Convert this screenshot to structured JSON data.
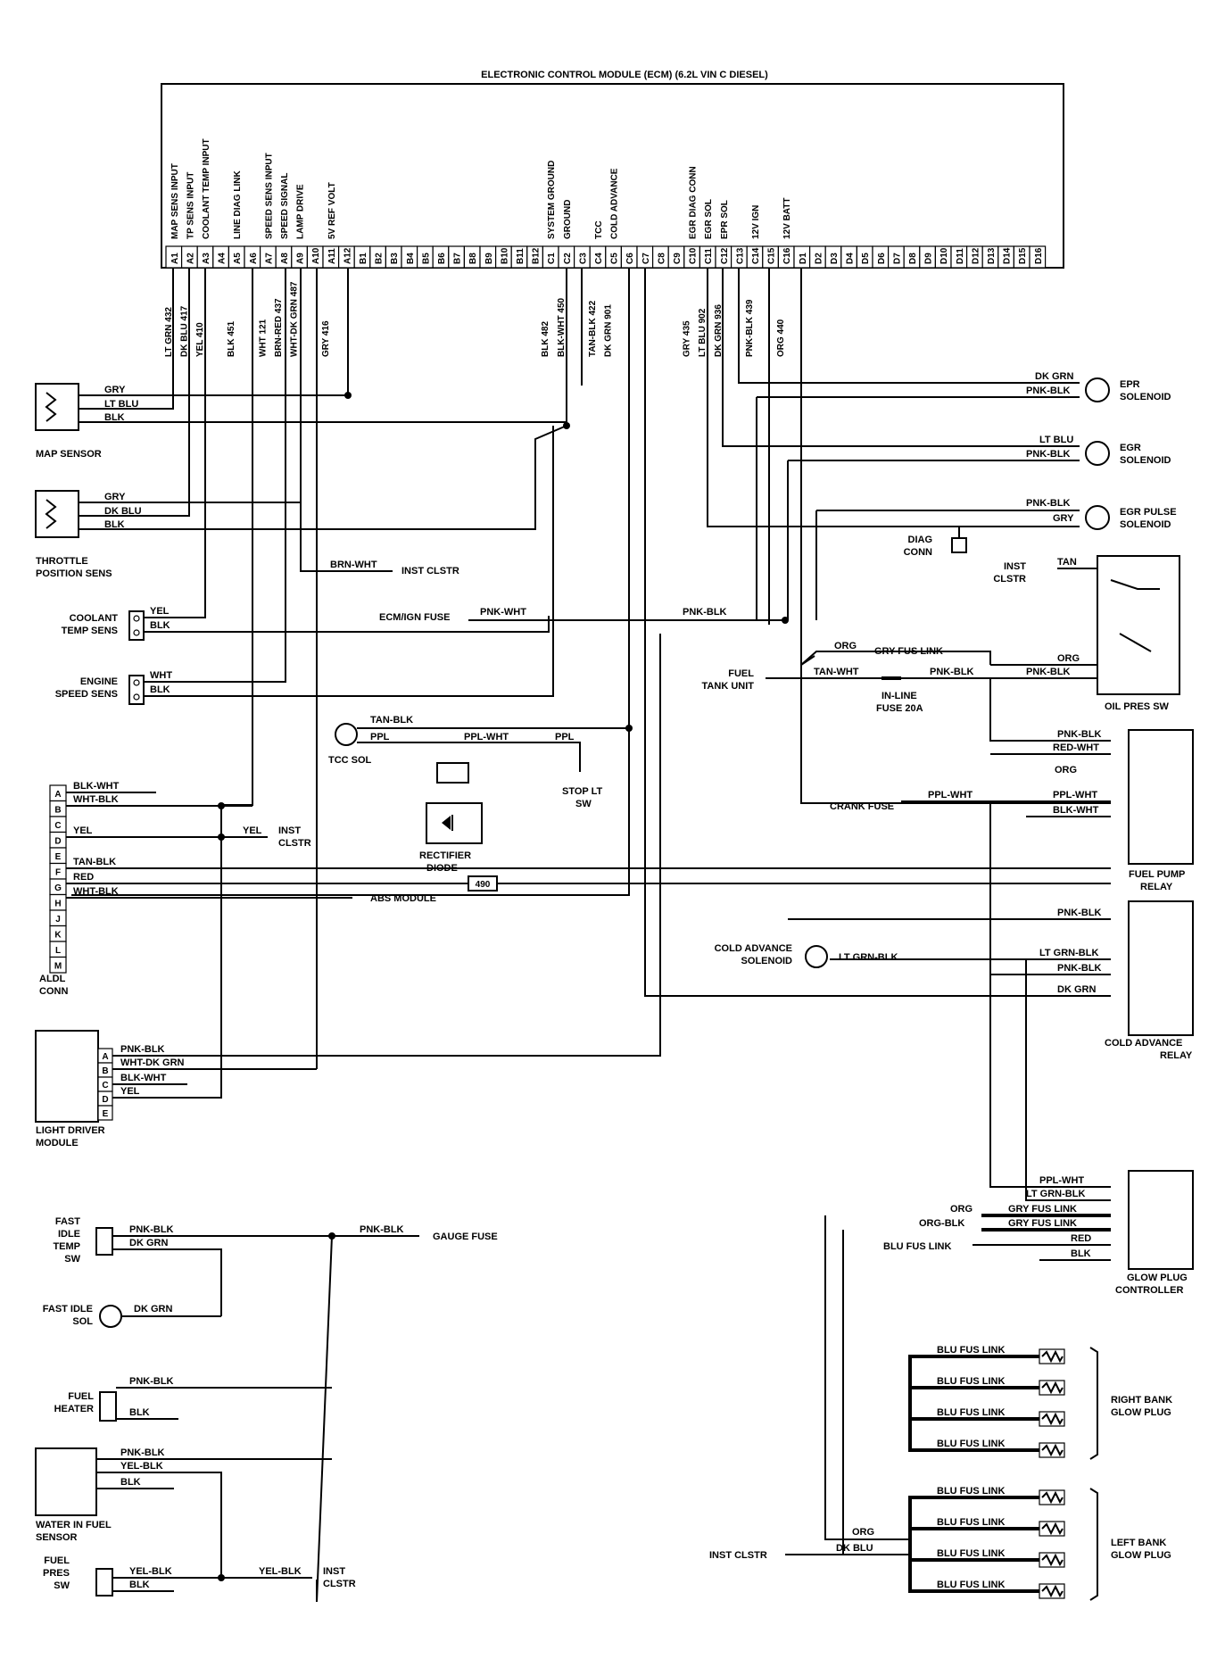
{
  "ecm": {
    "title": "ELECTRONIC CONTROL MODULE (ECM) (6.2L VIN C DIESEL)",
    "pins": [
      "A1",
      "A2",
      "A3",
      "A4",
      "A5",
      "A6",
      "A7",
      "A8",
      "A9",
      "A10",
      "A11",
      "A12",
      "B1",
      "B2",
      "B3",
      "B4",
      "B5",
      "B6",
      "B7",
      "B8",
      "B9",
      "B10",
      "B11",
      "B12",
      "C1",
      "C2",
      "C3",
      "C4",
      "C5",
      "C6",
      "C7",
      "C8",
      "C9",
      "C10",
      "C11",
      "C12",
      "C13",
      "C14",
      "C15",
      "C16",
      "D1",
      "D2",
      "D3",
      "D4",
      "D5",
      "D6",
      "D7",
      "D8",
      "D9",
      "D10",
      "D11",
      "D12",
      "D13",
      "D14",
      "D15",
      "D16"
    ],
    "functions": [
      {
        "pin": "A1",
        "text": "MAP SENS INPUT"
      },
      {
        "pin": "A2",
        "text": "TP SENS INPUT"
      },
      {
        "pin": "A3",
        "text": "COOLANT TEMP INPUT"
      },
      {
        "pin": "A5",
        "text": "LINE DIAG LINK"
      },
      {
        "pin": "A7",
        "text": "SPEED SENS INPUT"
      },
      {
        "pin": "A8",
        "text": "SPEED SIGNAL"
      },
      {
        "pin": "A9",
        "text": "LAMP DRIVE"
      },
      {
        "pin": "A11",
        "text": "5V REF VOLT"
      },
      {
        "pin": "C1",
        "text": "SYSTEM GROUND"
      },
      {
        "pin": "C2",
        "text": "GROUND"
      },
      {
        "pin": "C4",
        "text": "TCC"
      },
      {
        "pin": "C5",
        "text": "COLD ADVANCE"
      },
      {
        "pin": "C10",
        "text": "EGR DIAG CONN"
      },
      {
        "pin": "C11",
        "text": "EGR SOL"
      },
      {
        "pin": "C12",
        "text": "EPR SOL"
      },
      {
        "pin": "C14",
        "text": "12V IGN"
      },
      {
        "pin": "C16",
        "text": "12V BATT"
      }
    ],
    "wires": [
      {
        "pin": "A1",
        "text": "LT GRN 432"
      },
      {
        "pin": "A2",
        "text": "DK BLU 417"
      },
      {
        "pin": "A3",
        "text": "YEL 410"
      },
      {
        "pin": "A5",
        "text": "BLK 451"
      },
      {
        "pin": "A7",
        "text": "WHT 121"
      },
      {
        "pin": "A8",
        "text": "BRN-RED 437"
      },
      {
        "pin": "A9",
        "text": "WHT-DK GRN 487"
      },
      {
        "pin": "A11",
        "text": "GRY 416"
      },
      {
        "pin": "C1",
        "text": "BLK 482"
      },
      {
        "pin": "C2",
        "text": "BLK-WHT 450"
      },
      {
        "pin": "C4",
        "text": "TAN-BLK 422"
      },
      {
        "pin": "C5",
        "text": "DK GRN 901"
      },
      {
        "pin": "C10",
        "text": "GRY 435"
      },
      {
        "pin": "C11",
        "text": "LT BLU 902"
      },
      {
        "pin": "C12",
        "text": "DK GRN 936"
      },
      {
        "pin": "C14",
        "text": "PNK-BLK 439"
      },
      {
        "pin": "C16",
        "text": "ORG 440"
      }
    ]
  },
  "components": {
    "map_sensor": "MAP SENSOR",
    "tp_sensor_1": "THROTTLE",
    "tp_sensor_2": "POSITION SENS",
    "coolant_1": "COOLANT",
    "coolant_2": "TEMP SENS",
    "engine_speed_1": "ENGINE",
    "engine_speed_2": "SPEED SENS",
    "aldl_1": "ALDL",
    "aldl_2": "CONN",
    "light_driver_1": "LIGHT DRIVER",
    "light_driver_2": "MODULE",
    "fast_idle_temp_1": "FAST",
    "fast_idle_temp_2": "IDLE",
    "fast_idle_temp_3": "TEMP",
    "fast_idle_temp_4": "SW",
    "fast_idle_sol": "FAST IDLE",
    "fast_idle_sol_2": "SOL",
    "fuel_heater_1": "FUEL",
    "fuel_heater_2": "HEATER",
    "water_fuel_1": "WATER IN FUEL",
    "water_fuel_2": "SENSOR",
    "fuel_press_1": "FUEL",
    "fuel_press_2": "PRES",
    "fuel_press_3": "SW",
    "tcc_sol": "TCC SOL",
    "rectifier_1": "RECTIFIER",
    "rectifier_2": "DIODE",
    "stop_lt_1": "STOP LT",
    "stop_lt_2": "SW",
    "epr_1": "EPR",
    "epr_2": "SOLENOID",
    "egr_1": "EGR",
    "egr_2": "SOLENOID",
    "egr_pulse_1": "EGR PULSE",
    "egr_pulse_2": "SOLENOID",
    "diag_1": "DIAG",
    "diag_2": "CONN",
    "inst_clstr_1": "INST",
    "inst_clstr_2": "CLSTR",
    "oil_pres": "OIL PRES SW",
    "fuel_tank_1": "FUEL",
    "fuel_tank_2": "TANK UNIT",
    "inline_1": "IN-LINE",
    "inline_2": "FUSE 20A",
    "crank_fuse": "CRANK FUSE",
    "fuel_pump_1": "FUEL PUMP",
    "fuel_pump_2": "RELAY",
    "cold_adv_sol_1": "COLD ADVANCE",
    "cold_adv_sol_2": "SOLENOID",
    "cold_adv_relay_1": "COLD ADVANCE",
    "cold_adv_relay_2": "RELAY",
    "glow_ctrl_1": "GLOW PLUG",
    "glow_ctrl_2": "CONTROLLER",
    "right_bank_1": "RIGHT BANK",
    "right_bank_2": "GLOW PLUG",
    "left_bank_1": "LEFT BANK",
    "left_bank_2": "GLOW PLUG",
    "inst_clstr_gp": "INST CLSTR",
    "ecm_ign_fuse": "ECM/IGN FUSE",
    "gauge_fuse": "GAUGE FUSE",
    "abs_module": "ABS MODULE",
    "inst_clstr_brn": "INST CLSTR",
    "inst_clstr_yel_1": "INST",
    "inst_clstr_yel_2": "CLSTR",
    "inst_clstr_fp_1": "INST",
    "inst_clstr_fp_2": "CLSTR",
    "splice_490": "490"
  },
  "wire_labels": {
    "gry": "GRY",
    "lt_blu": "LT BLU",
    "blk": "BLK",
    "dk_blu": "DK BLU",
    "yel": "YEL",
    "wht": "WHT",
    "brn_wht": "BRN-WHT",
    "pnk_wht": "PNK-WHT",
    "pnk_blk": "PNK-BLK",
    "dk_grn": "DK GRN",
    "tan_blk": "TAN-BLK",
    "ppl": "PPL",
    "ppl_wht": "PPL-WHT",
    "blk_wht": "BLK-WHT",
    "wht_blk": "WHT-BLK",
    "red": "RED",
    "wht_dk_grn": "WHT-DK GRN",
    "yel_blk": "YEL-BLK",
    "tan": "TAN",
    "org": "ORG",
    "gry_fus_link": "GRY FUS LINK",
    "tan_wht": "TAN-WHT",
    "red_wht": "RED-WHT",
    "lt_grn_blk": "LT GRN-BLK",
    "blu_fus_link": "BLU FUS LINK",
    "org_blk": "ORG-BLK",
    "dk_blu2": "DK BLU"
  },
  "aldl_pins": [
    "A",
    "B",
    "C",
    "D",
    "E",
    "F",
    "G",
    "H",
    "J",
    "K",
    "L",
    "M"
  ],
  "ldm_pins": [
    "A",
    "B",
    "C",
    "D",
    "E"
  ]
}
